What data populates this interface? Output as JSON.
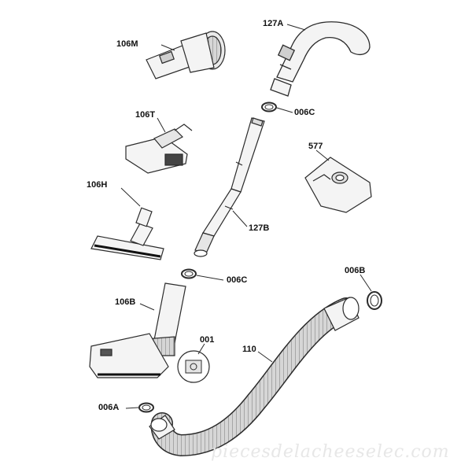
{
  "parts": {
    "p106M": "106M",
    "p127A": "127A",
    "p006C_top": "006C",
    "p106T": "106T",
    "p577": "577",
    "p106H": "106H",
    "p127B": "127B",
    "p006C_mid": "006C",
    "p006B": "006B",
    "p106B": "106B",
    "p001": "001",
    "p110": "110",
    "p006A": "006A"
  },
  "watermark": "piecesdelacheeselec.com",
  "colors": {
    "line": "#2b2b2b",
    "part_fill": "#f4f4f4",
    "hose_fill": "#d2d2d2",
    "watermark": "#e7e7e7"
  }
}
